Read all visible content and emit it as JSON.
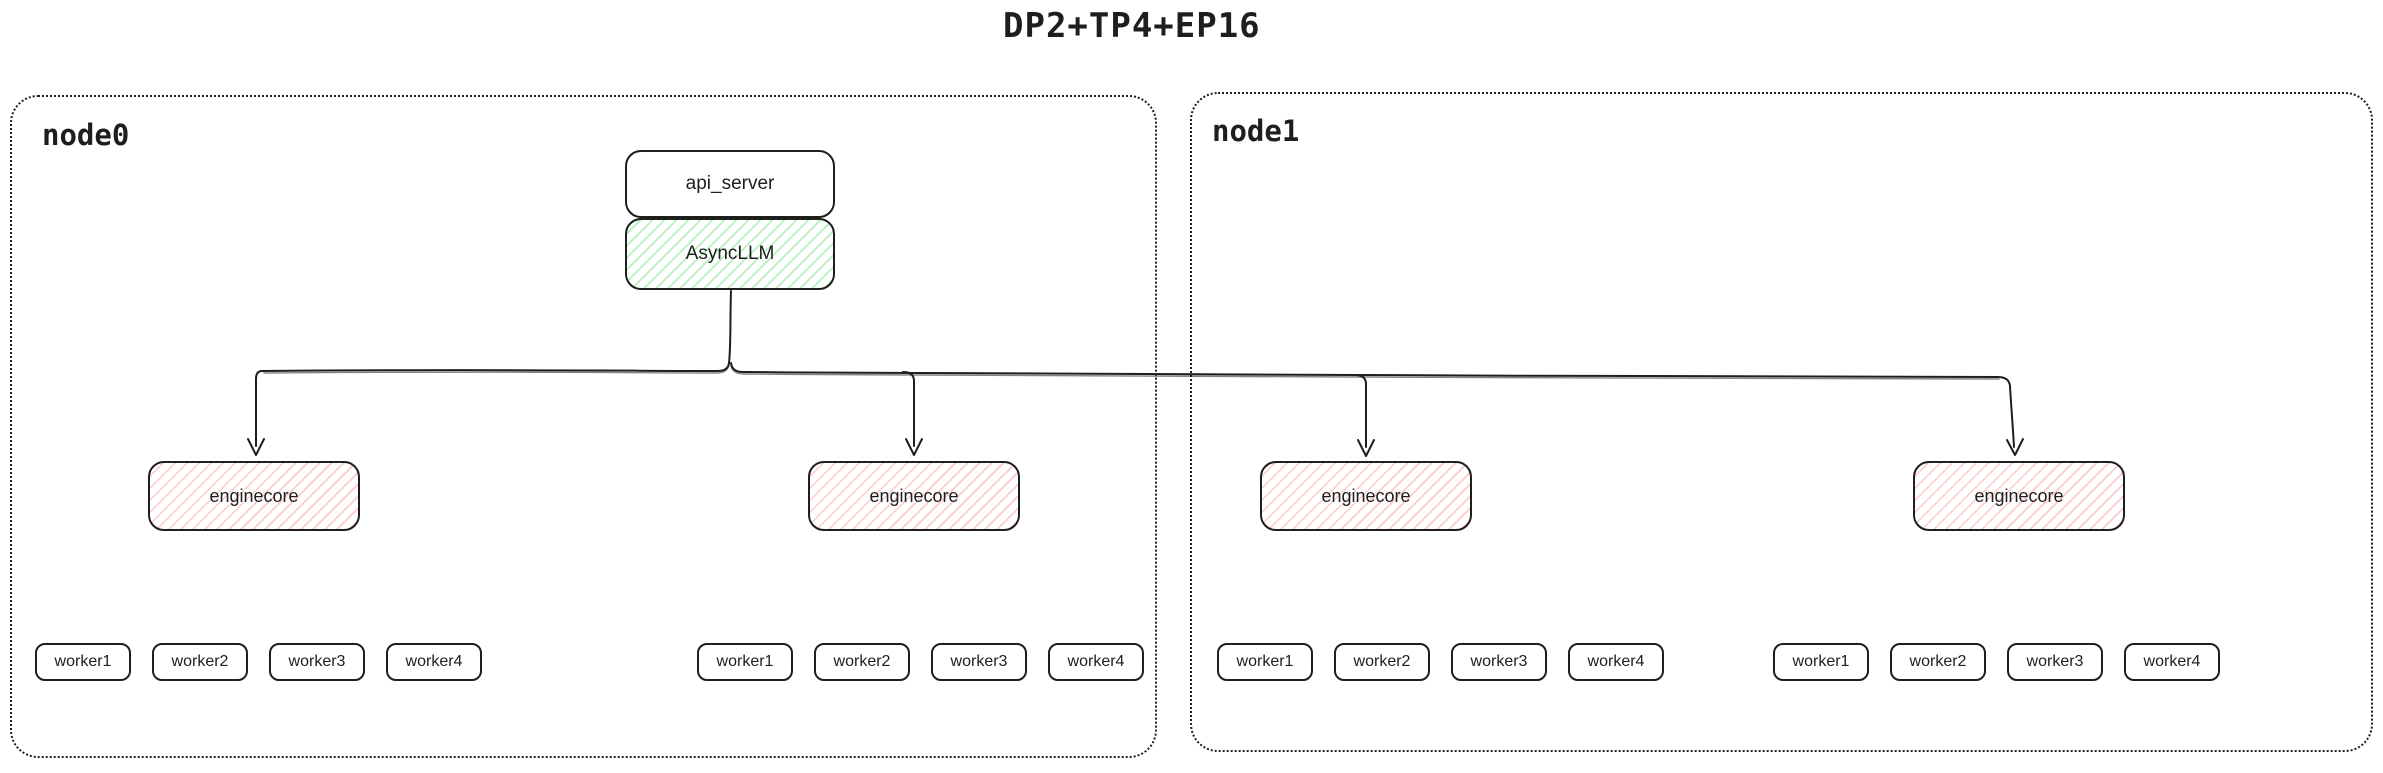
{
  "title": "DP2+TP4+EP16",
  "colors": {
    "stroke": "#1e1e1e",
    "green_fill": "#b2f2bb",
    "red_fill": "#ffc9c9",
    "bg": "#ffffff"
  },
  "nodes": [
    {
      "label": "node0"
    },
    {
      "label": "node1"
    }
  ],
  "api_server": {
    "label": "api_server"
  },
  "asyncllm": {
    "label": "AsyncLLM"
  },
  "enginecores": [
    {
      "label": "enginecore"
    },
    {
      "label": "enginecore"
    },
    {
      "label": "enginecore"
    },
    {
      "label": "enginecore"
    }
  ],
  "worker_groups": [
    [
      "worker1",
      "worker2",
      "worker3",
      "worker4"
    ],
    [
      "worker1",
      "worker2",
      "worker3",
      "worker4"
    ],
    [
      "worker1",
      "worker2",
      "worker3",
      "worker4"
    ],
    [
      "worker1",
      "worker2",
      "worker3",
      "worker4"
    ]
  ]
}
